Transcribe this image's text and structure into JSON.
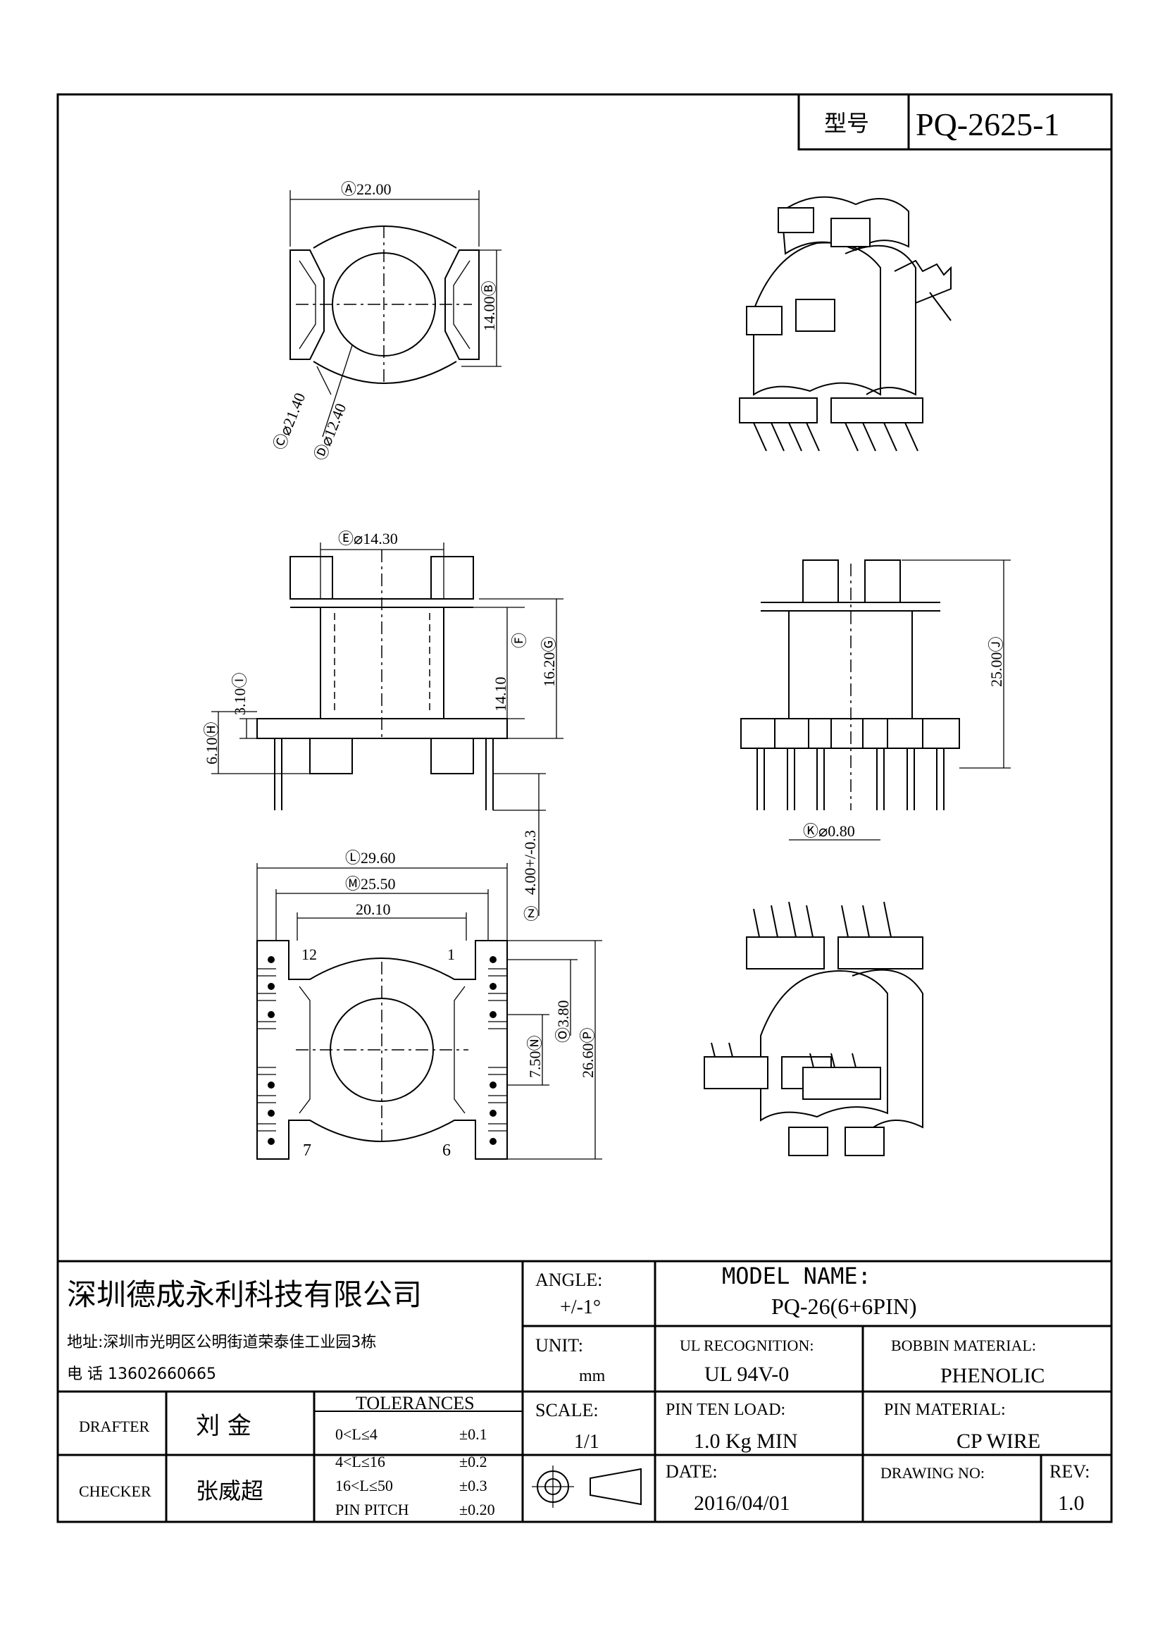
{
  "model_box": {
    "label": "型号",
    "value": "PQ-2625-1"
  },
  "dims": {
    "A": "Ⓐ22.00",
    "B": "14.00Ⓑ",
    "C": "Ⓒ⌀21.40",
    "D": "Ⓓ⌀12.40",
    "E": "Ⓔ⌀14.30",
    "F": "14.10",
    "F_tag": "Ⓕ",
    "G": "16.20Ⓖ",
    "I": "3.10Ⓘ",
    "H": "6.10Ⓗ",
    "Z": "4.00+/-0.3",
    "Z_tag": "Ⓩ",
    "J": "25.00Ⓙ",
    "K": "Ⓚ⌀0.80",
    "L": "Ⓛ29.60",
    "M": "Ⓜ25.50",
    "W": "20.10",
    "N": "7.50Ⓝ",
    "O": "Ⓞ3.80",
    "P": "26.60Ⓟ",
    "pin12": "12",
    "pin1": "1",
    "pin7": "7",
    "pin6": "6"
  },
  "title_block": {
    "company": "深圳德成永利科技有限公司",
    "address": "地址:深圳市光明区公明街道荣泰佳工业园3栋",
    "phone": "电 话  13602660665",
    "angle_label": "ANGLE:",
    "angle_value": "+/-1°",
    "model_name_label": "MODEL NAME:",
    "model_name_value": "PQ-26(6+6PIN)",
    "unit_label": "UNIT:",
    "unit_value": "mm",
    "ul_label": "UL RECOGNITION:",
    "ul_value": "UL 94V-0",
    "bobbin_label": "BOBBIN MATERIAL:",
    "bobbin_value": "PHENOLIC",
    "drafter_label": "DRAFTER",
    "drafter_value": "刘  金",
    "checker_label": "CHECKER",
    "checker_value": "张威超",
    "tolerances_label": "TOLERANCES",
    "tol": [
      {
        "range": "0<L≤4",
        "value": "±0.1"
      },
      {
        "range": "4<L≤16",
        "value": "±0.2"
      },
      {
        "range": "16<L≤50",
        "value": "±0.3"
      },
      {
        "range": "PIN PITCH",
        "value": "±0.20"
      }
    ],
    "scale_label": "SCALE:",
    "scale_value": "1/1",
    "pin_load_label": "PIN TEN LOAD:",
    "pin_load_value": "1.0 Kg MIN",
    "pin_material_label": "PIN MATERIAL:",
    "pin_material_value": "CP WIRE",
    "date_label": "DATE:",
    "date_value": "2016/04/01",
    "drawing_no_label": "DRAWING NO:",
    "rev_label": "REV:",
    "rev_value": "1.0"
  }
}
